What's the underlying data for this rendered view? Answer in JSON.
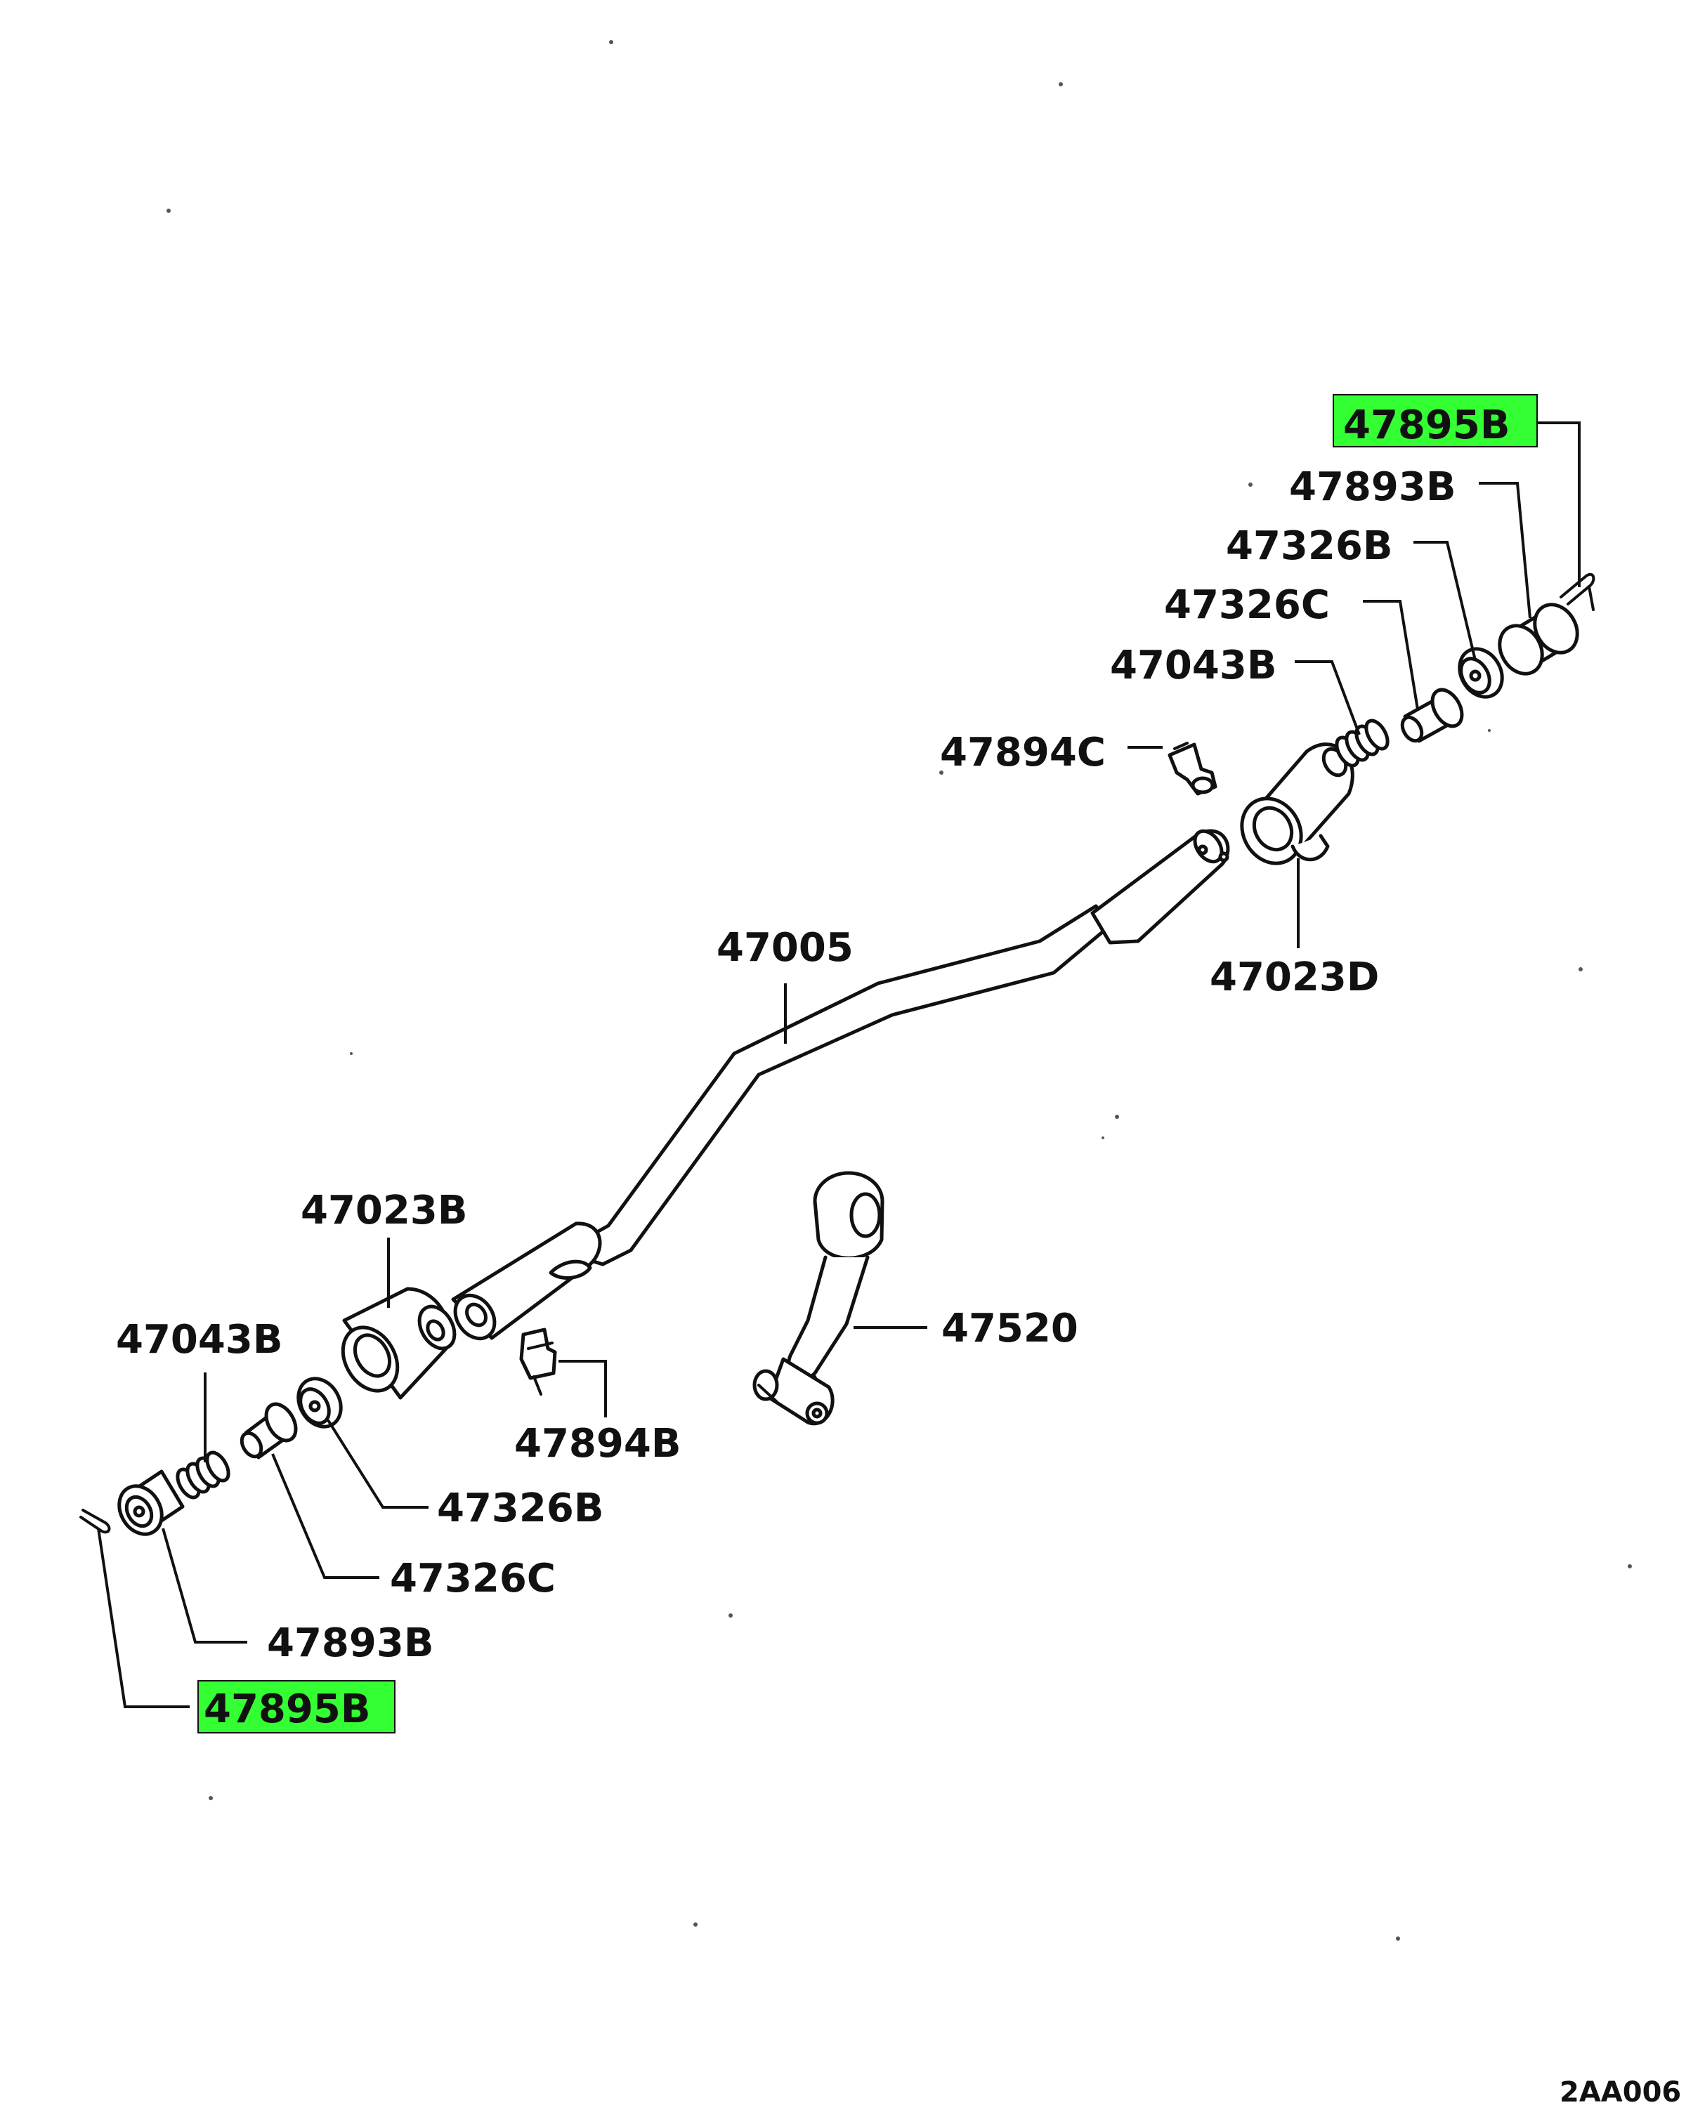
{
  "highlight_color": "#33ff33",
  "labels": {
    "top_47895B": "47895B",
    "top_47893B": "47893B",
    "top_47326B": "47326B",
    "top_47326C": "47326C",
    "top_47043B": "47043B",
    "top_47894C": "47894C",
    "top_47023D": "47023D",
    "center_47005": "47005",
    "center_47023B": "47023B",
    "center_47520": "47520",
    "bottom_47043B": "47043B",
    "bottom_47894B": "47894B",
    "bottom_47326B": "47326B",
    "bottom_47326C": "47326C",
    "bottom_47893B": "47893B",
    "bottom_47895B": "47895B"
  },
  "footer": {
    "code": "2AA006"
  }
}
